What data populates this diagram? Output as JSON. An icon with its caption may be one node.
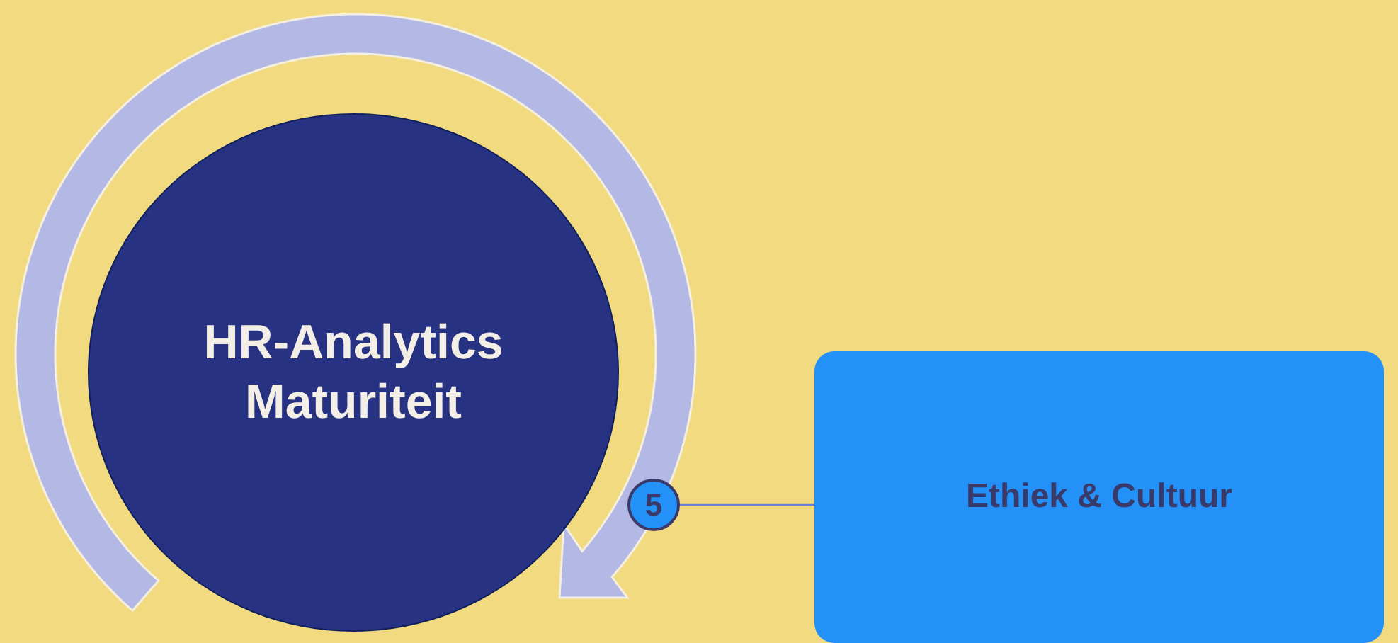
{
  "diagram": {
    "nodes": [
      {
        "text": [
          "HR-Analytics Maturiteit"
        ]
      },
      {
        "text": [
          "5"
        ]
      },
      {
        "text": [
          "Ethiek & Cultuur"
        ]
      }
    ],
    "edges": [
      {
        "from": 1,
        "to": 2,
        "arrow": "none"
      }
    ]
  }
}
